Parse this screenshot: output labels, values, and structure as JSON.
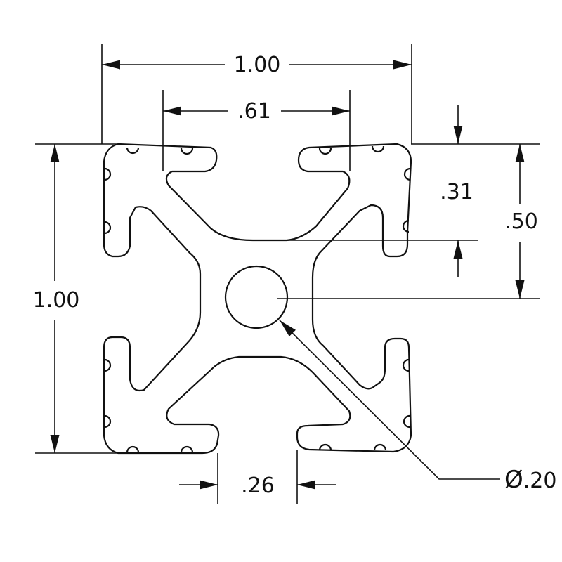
{
  "dimensions": {
    "overall_width": "1.00",
    "slot_outer_width": ".61",
    "overall_height": "1.00",
    "slot_depth": ".31",
    "half_height": ".50",
    "slot_opening": ".26",
    "bore_diameter_symbol": "Ø",
    "bore_diameter_value": ".20"
  },
  "colors": {
    "line": "#111111",
    "background": "#ffffff"
  }
}
